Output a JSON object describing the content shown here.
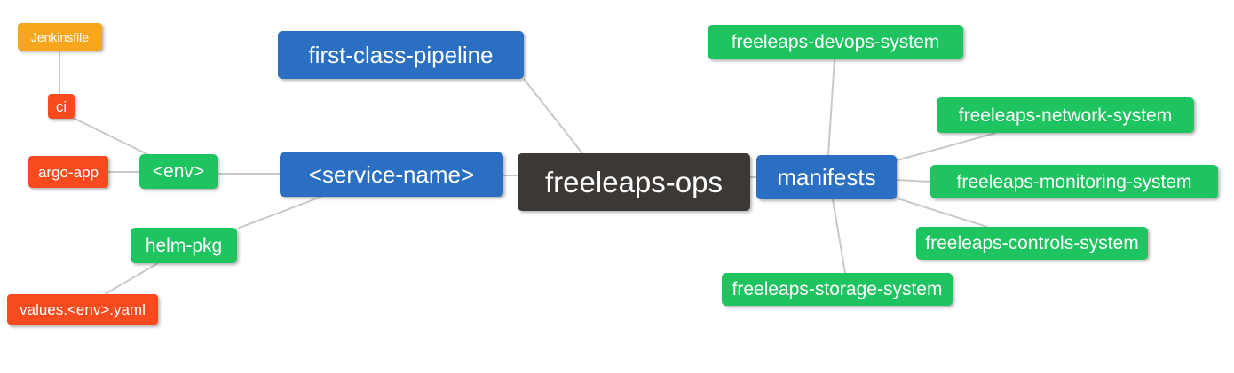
{
  "diagram": {
    "type": "mindmap",
    "root_label": "freeleaps-ops"
  },
  "palette": {
    "root_bg": "#3B3836",
    "level2_bg": "#2A6FC2",
    "level3_bg": "#1DC45F",
    "level4_bg": "#F74A1E",
    "level5_bg": "#F9A61F",
    "edge_color": "#C9C9C9",
    "text_color": "#FFFFFF",
    "background": "#FFFFFF"
  },
  "nodes": {
    "root": {
      "label": "freeleaps-ops"
    },
    "first_class_pipeline": {
      "label": "first-class-pipeline"
    },
    "service_name": {
      "label": "<service-name>"
    },
    "manifests": {
      "label": "manifests"
    },
    "env": {
      "label": "<env>"
    },
    "helm_pkg": {
      "label": "helm-pkg"
    },
    "ci": {
      "label": "ci"
    },
    "argo_app": {
      "label": "argo-app"
    },
    "jenkinsfile": {
      "label": "Jenkinsfile"
    },
    "values_env_yaml": {
      "label": "values.<env>.yaml"
    },
    "devops_system": {
      "label": "freeleaps-devops-system"
    },
    "network_system": {
      "label": "freeleaps-network-system"
    },
    "monitoring_system": {
      "label": "freeleaps-monitoring-system"
    },
    "controls_system": {
      "label": "freeleaps-controls-system"
    },
    "storage_system": {
      "label": "freeleaps-storage-system"
    }
  },
  "edges": [
    [
      "Jenkinsfile",
      "ci"
    ],
    [
      "ci",
      "<env>"
    ],
    [
      "argo-app",
      "<env>"
    ],
    [
      "<env>",
      "<service-name>"
    ],
    [
      "helm-pkg",
      "<service-name>"
    ],
    [
      "values.<env>.yaml",
      "helm-pkg"
    ],
    [
      "first-class-pipeline",
      "freeleaps-ops"
    ],
    [
      "<service-name>",
      "freeleaps-ops"
    ],
    [
      "freeleaps-ops",
      "manifests"
    ],
    [
      "manifests",
      "freeleaps-devops-system"
    ],
    [
      "manifests",
      "freeleaps-network-system"
    ],
    [
      "manifests",
      "freeleaps-monitoring-system"
    ],
    [
      "manifests",
      "freeleaps-controls-system"
    ],
    [
      "manifests",
      "freeleaps-storage-system"
    ]
  ]
}
